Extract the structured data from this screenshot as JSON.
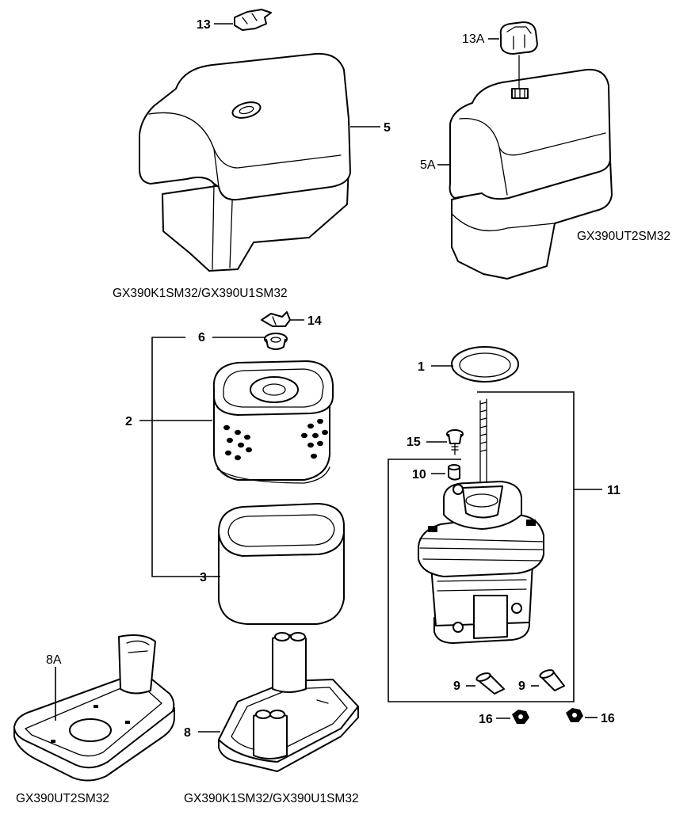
{
  "callouts": {
    "p1": "1",
    "p2": "2",
    "p3": "3",
    "p5": "5",
    "p5a": "5A",
    "p6": "6",
    "p8": "8",
    "p8a": "8A",
    "p9_left": "9",
    "p9_right": "9",
    "p10": "10",
    "p11": "11",
    "p13": "13",
    "p13a": "13A",
    "p14": "14",
    "p15": "15",
    "p16_left": "16",
    "p16_right": "16"
  },
  "models": {
    "cover_standard": "GX390K1SM32/GX390U1SM32",
    "cover_ut": "GX390UT2SM32",
    "base_ut": "GX390UT2SM32",
    "base_standard": "GX390K1SM32/GX390U1SM32"
  }
}
